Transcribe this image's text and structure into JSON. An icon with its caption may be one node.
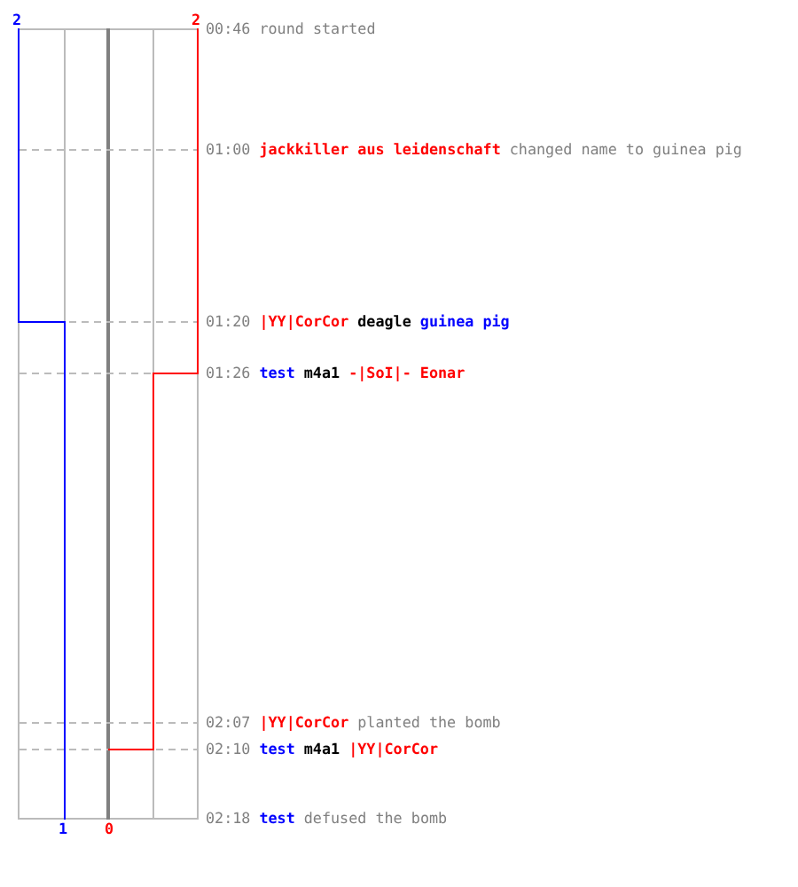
{
  "diagram": {
    "labels": [
      "2",
      "2",
      "00:46",
      "round started",
      "01:00",
      "jackkiller aus leidenschaft",
      "changed name to guinea pig",
      "01:20",
      "|YY|CorCor",
      "deagle",
      "guinea pig",
      "01:26",
      "test",
      "m4a1",
      "-|SoI|- Eonar",
      "02:07",
      "|YY|CorCor",
      "planted the bomb",
      "02:10",
      "test",
      "m4a1",
      "|YY|CorCor",
      "02:18",
      "test",
      "defused the bomb",
      "1",
      "0"
    ]
  }
}
